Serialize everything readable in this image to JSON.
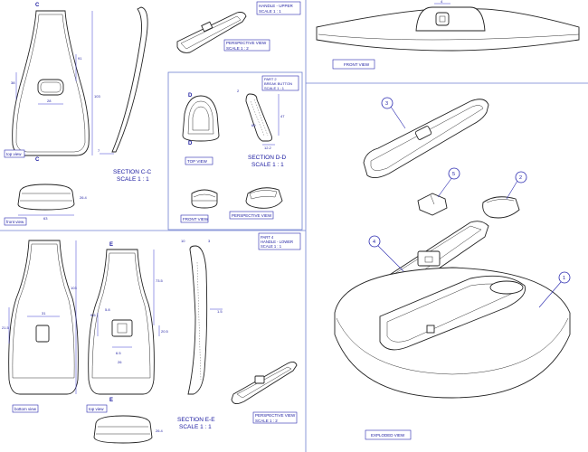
{
  "top_left": {
    "section_letter": "C",
    "top_view_label": "top view",
    "front_view_label": "front view",
    "section_title_1": "SECTION C-C",
    "section_title_2": "SCALE 1 : 1",
    "dims": [
      "91",
      "103",
      "38",
      "28",
      "26.4",
      "63",
      "7"
    ]
  },
  "top_middle": {
    "title_line1": "HANDLE - UPPER",
    "title_line2": "SCALE 1 : 1",
    "persp_line1": "PERSPECTIVE VIEW",
    "persp_line2": "SCALE 1 : 2"
  },
  "part2": {
    "title_line1": "PART 2",
    "title_line2": "BREAK BUTTON",
    "title_line3": "SCALE 1 : 1",
    "section_letter": "D",
    "top_view_label": "TOP VIEW",
    "section_title_1": "SECTION D-D",
    "section_title_2": "SCALE 1 : 1",
    "front_view_label": "FRONT VIEW",
    "persp_label": "PERSPECTIVE VIEW",
    "dims": [
      "2",
      "47",
      "60",
      "12.2"
    ]
  },
  "top_right": {
    "front_view_label": "FRONT VIEW",
    "dims": [
      "4"
    ]
  },
  "exploded": {
    "label": "EXPLODED VIEW",
    "callouts": [
      "1",
      "2",
      "3",
      "4",
      "5"
    ]
  },
  "part4": {
    "title_line1": "PART 4",
    "title_line2": "HANDLE - LOWER",
    "title_line3": "SCALE 1 : 1",
    "section_letter": "E",
    "bottom_view_label": "bottom view",
    "top_view_label": "top view",
    "section_title_1": "SECTION E-E",
    "section_title_2": "SCALE 1 : 1",
    "persp_line1": "PERSPECTIVE VIEW",
    "persp_line2": "SCALE 1 : 2",
    "dims": [
      "103",
      "31",
      "21.5",
      "9.6",
      "5.8",
      "73.5",
      "20.5",
      "6.5",
      "26",
      "26.4",
      "1.5",
      "10",
      "3"
    ]
  }
}
